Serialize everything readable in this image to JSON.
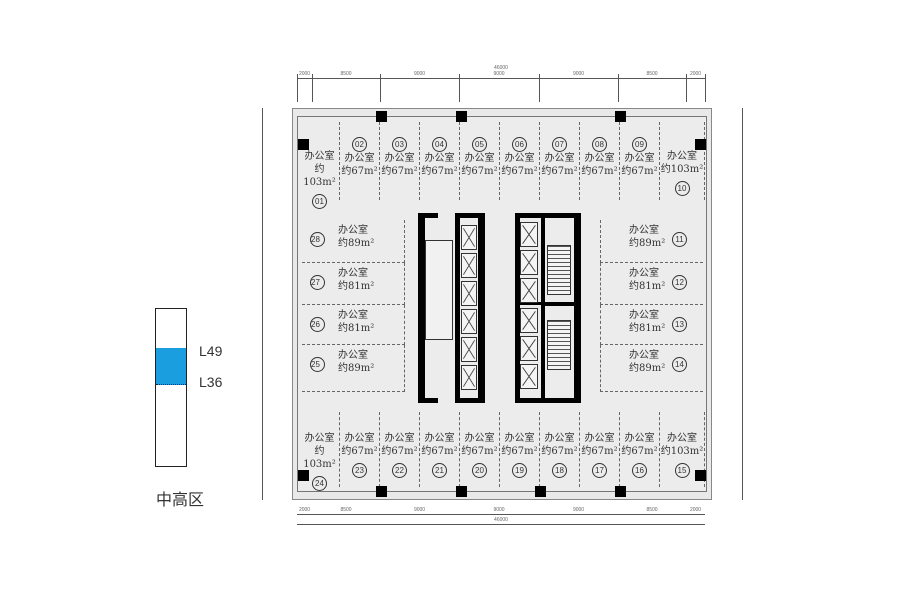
{
  "dimensions": {
    "total": "46000",
    "segments": [
      "2000",
      "8500",
      "9000",
      "9000",
      "9000",
      "8500",
      "2000"
    ]
  },
  "top_rooms": [
    {
      "num": "01",
      "label": "办公室",
      "area": "约103m²"
    },
    {
      "num": "02",
      "label": "办公室",
      "area": "约67m²"
    },
    {
      "num": "03",
      "label": "办公室",
      "area": "约67m²"
    },
    {
      "num": "04",
      "label": "办公室",
      "area": "约67m²"
    },
    {
      "num": "05",
      "label": "办公室",
      "area": "约67m²"
    },
    {
      "num": "06",
      "label": "办公室",
      "area": "约67m²"
    },
    {
      "num": "07",
      "label": "办公室",
      "area": "约67m²"
    },
    {
      "num": "08",
      "label": "办公室",
      "area": "约67m²"
    },
    {
      "num": "09",
      "label": "办公室",
      "area": "约67m²"
    },
    {
      "num": "10",
      "label": "办公室",
      "area": "约103m²"
    }
  ],
  "bottom_rooms": [
    {
      "num": "24",
      "label": "办公室",
      "area": "约103m²"
    },
    {
      "num": "23",
      "label": "办公室",
      "area": "约67m²"
    },
    {
      "num": "22",
      "label": "办公室",
      "area": "约67m²"
    },
    {
      "num": "21",
      "label": "办公室",
      "area": "约67m²"
    },
    {
      "num": "20",
      "label": "办公室",
      "area": "约67m²"
    },
    {
      "num": "19",
      "label": "办公室",
      "area": "约67m²"
    },
    {
      "num": "18",
      "label": "办公室",
      "area": "约67m²"
    },
    {
      "num": "17",
      "label": "办公室",
      "area": "约67m²"
    },
    {
      "num": "16",
      "label": "办公室",
      "area": "约67m²"
    },
    {
      "num": "15",
      "label": "办公室",
      "area": "约103m²"
    }
  ],
  "left_rooms": [
    {
      "num": "28",
      "label": "办公室",
      "area": "约89m²"
    },
    {
      "num": "27",
      "label": "办公室",
      "area": "约81m²"
    },
    {
      "num": "26",
      "label": "办公室",
      "area": "约81m²"
    },
    {
      "num": "25",
      "label": "办公室",
      "area": "约89m²"
    }
  ],
  "right_rooms": [
    {
      "num": "11",
      "label": "办公室",
      "area": "约89m²"
    },
    {
      "num": "12",
      "label": "办公室",
      "area": "约81m²"
    },
    {
      "num": "13",
      "label": "办公室",
      "area": "约81m²"
    },
    {
      "num": "14",
      "label": "办公室",
      "area": "约89m²"
    }
  ],
  "legend": {
    "top_floor": "L49",
    "bottom_floor": "L36",
    "zone": "中高区",
    "highlight_color": "#1a9ee0",
    "highlight_from": 0.25,
    "highlight_to": 0.48
  }
}
